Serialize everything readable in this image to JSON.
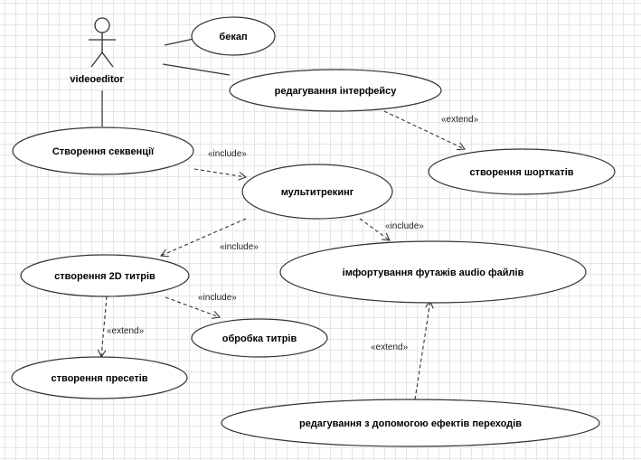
{
  "diagram": {
    "actor": {
      "name": "videoeditor"
    },
    "use_cases": {
      "backup": "бекап",
      "ui_edit": "редагування інтерфейсу",
      "shortcuts": "створення шорткатів",
      "sequence": "Створення секвенції",
      "multitrack": "мультитрекинг",
      "titles2d": "створення 2D титрів",
      "import": "імфортування футажів audio файлів",
      "title_processing": "обробка титрів",
      "presets": "створення пресетів",
      "transitions": "редагування з допомогою ефектів переходів"
    },
    "relations": {
      "extend_ui_shortcuts": "«extend»",
      "include_sequence_multitrack": "«include»",
      "include_multitrack_titles": "«include»",
      "include_multitrack_import": "«include»",
      "include_titles_processing": "«include»",
      "extend_titles_presets": "«extend»",
      "extend_transitions_import": "«extend»"
    }
  }
}
